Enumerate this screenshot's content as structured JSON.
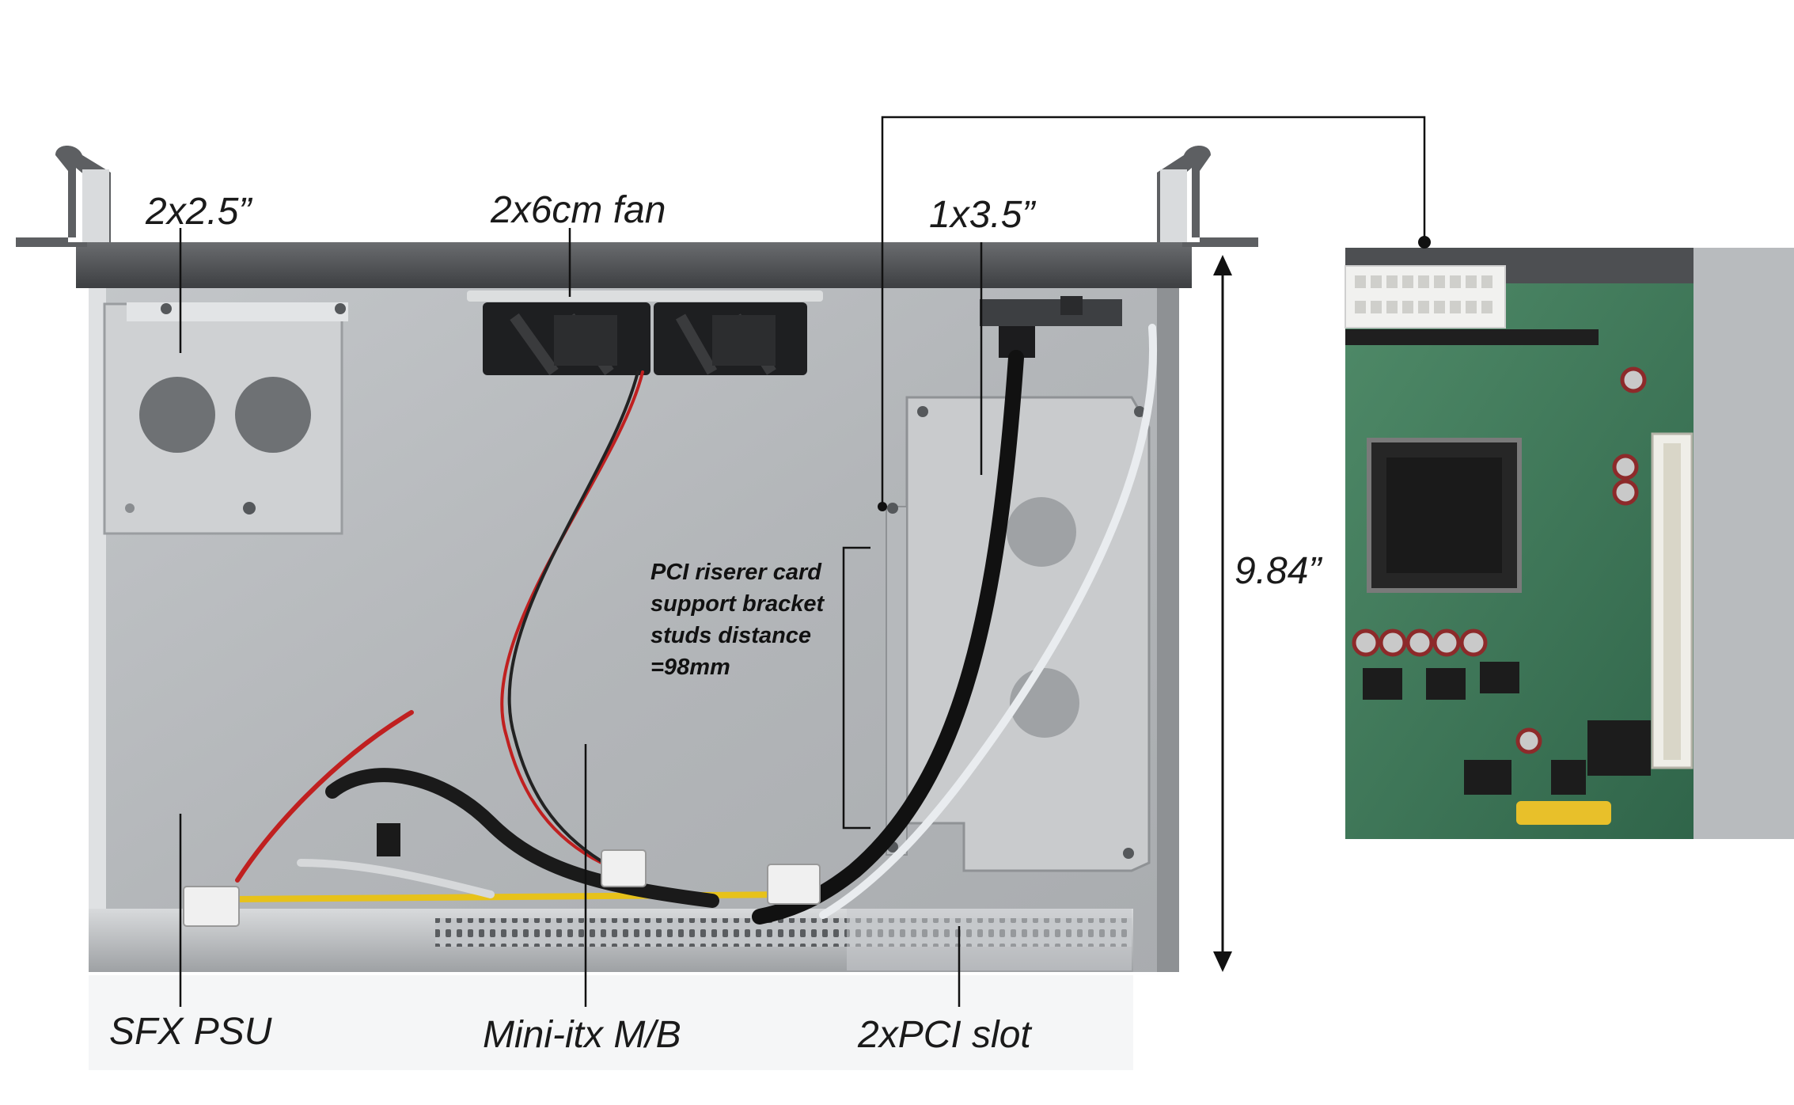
{
  "labels": {
    "hdd_2_5": "2x2.5”",
    "fan": "2x6cm fan",
    "hdd_3_5": "1x3.5”",
    "dimension": "9.84”",
    "psu": "SFX PSU",
    "motherboard": "Mini-itx M/B",
    "pci_slot": "2xPCI slot"
  },
  "note": {
    "line1": "PCI riserer card",
    "line2": "support bracket",
    "line3": "studs distance",
    "line4": "=98mm"
  },
  "colors": {
    "chassis_floor": "#b9bcbf",
    "chassis_rim": "#4a4c4f",
    "bracket": "#c9cbcd",
    "pcb": "#3e7a5a",
    "leader": "#111111"
  }
}
